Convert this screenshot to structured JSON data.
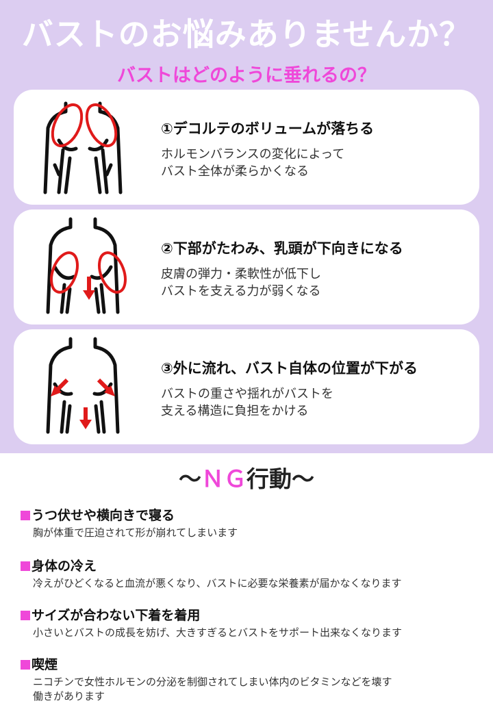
{
  "header": {
    "title": "バストのお悩みありませんか？",
    "subtitle": "バストはどのように垂れるの？"
  },
  "cards": [
    {
      "heading": "①デコルテのボリュームが落ちる",
      "line1": "ホルモンバランスの変化によって",
      "line2": "バスト全体が柔らかくなる"
    },
    {
      "heading": "②下部がたわみ、乳頭が下向きになる",
      "line1": "皮膚の弾力・柔軟性が低下し",
      "line2": "バストを支える力が弱くなる"
    },
    {
      "heading": "③外に流れ、バスト自体の位置が下がる",
      "line1": "バストの重さや揺れがバストを",
      "line2": "支える構造に負担をかける"
    }
  ],
  "ng": {
    "title_prefix": "～",
    "title_ng": "ＮＧ",
    "title_suffix": "行動～",
    "items": [
      {
        "heading": "うつ伏せや横向きで寝る",
        "line1": "胸が体重で圧迫されて形が崩れてしまいます",
        "line2": ""
      },
      {
        "heading": "身体の冷え",
        "line1": "冷えがひどくなると血流が悪くなり、バストに必要な栄養素が届かなくなります",
        "line2": ""
      },
      {
        "heading": "サイズが合わない下着を着用",
        "line1": "小さいとバストの成長を妨げ、大きすぎるとバストをサポート出来なくなります",
        "line2": ""
      },
      {
        "heading": "喫煙",
        "line1": "ニコチンで女性ホルモンの分泌を制御されてしまい体内のビタミンなどを壊す",
        "line2": "働きがあります"
      }
    ]
  },
  "colors": {
    "background_top": "#dccdf1",
    "accent_pink": "#ef48d9",
    "highlight_red": "#e01a1a"
  },
  "icons": [
    "torso-illustration",
    "red-circle-highlight",
    "down-arrow-icon",
    "diagonal-arrow-icon",
    "pink-square-bullet"
  ]
}
